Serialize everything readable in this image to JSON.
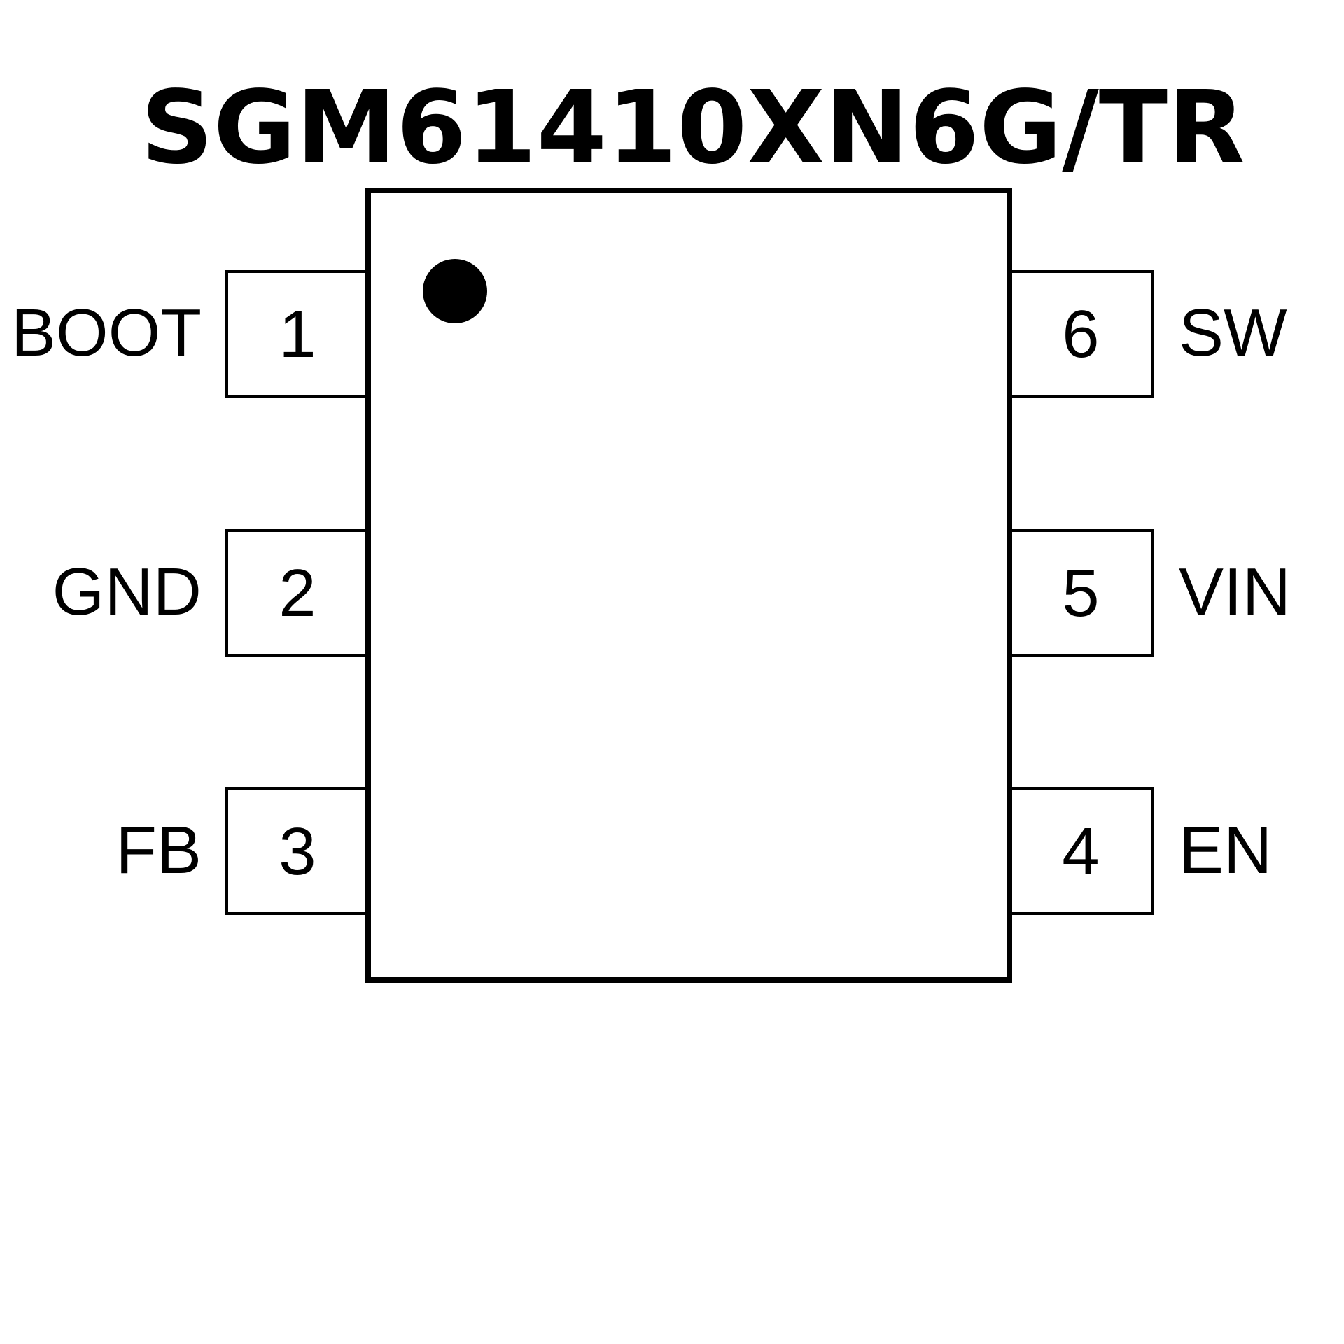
{
  "title": "SGM61410XN6G/TR",
  "colors": {
    "stroke": "#000000",
    "background": "#ffffff"
  },
  "icons": {
    "pin1_marker": "pin1-dot-icon"
  },
  "pins": {
    "left": [
      {
        "number": "1",
        "name": "BOOT"
      },
      {
        "number": "2",
        "name": "GND"
      },
      {
        "number": "3",
        "name": "FB"
      }
    ],
    "right": [
      {
        "number": "6",
        "name": "SW"
      },
      {
        "number": "5",
        "name": "VIN"
      },
      {
        "number": "4",
        "name": "EN"
      }
    ]
  }
}
